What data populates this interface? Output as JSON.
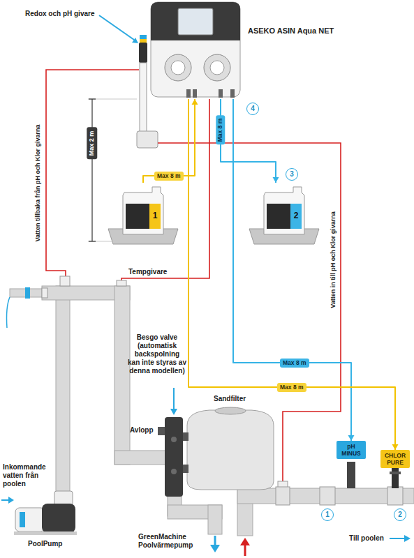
{
  "diagram": {
    "nodes": [
      {
        "text": [
          "ASEKO ASIN Aqua NET"
        ]
      },
      {
        "text": [
          "4"
        ]
      },
      {
        "text": [
          "1"
        ]
      },
      {
        "text": [
          "3"
        ]
      },
      {
        "text": [
          "2"
        ]
      },
      {
        "text": [
          "pH MINUS"
        ]
      },
      {
        "text": [
          "CHLOR PURE"
        ]
      },
      {
        "text": [
          "1"
        ]
      },
      {
        "text": [
          "2"
        ]
      }
    ],
    "edges": [
      {
        "from": 2,
        "to": 0,
        "label": "Max 8 m",
        "arrow": "to"
      },
      {
        "from": 0,
        "to": 4,
        "label": "Max 8 m",
        "arrow": "to"
      },
      {
        "from": 0,
        "to": 5,
        "label": "Max 8 m",
        "arrow": "to"
      },
      {
        "from": 0,
        "to": 6,
        "label": "Max 8 m",
        "arrow": "to"
      }
    ],
    "labels": [
      "Redox och pH givare",
      "Max 2 m",
      "Vatten tillbaka från pH och Klor givarna",
      "Tempgivare",
      "Vatten in till pH och Klor givarna",
      "Besgo valve (automatisk backspolning kan inte styras av denna modellen)",
      "Sandfilter",
      "Avlopp",
      "Inkommande vatten från poolen",
      "PoolPump",
      "GreenMachine Poolvärmepump",
      "Till poolen"
    ]
  }
}
